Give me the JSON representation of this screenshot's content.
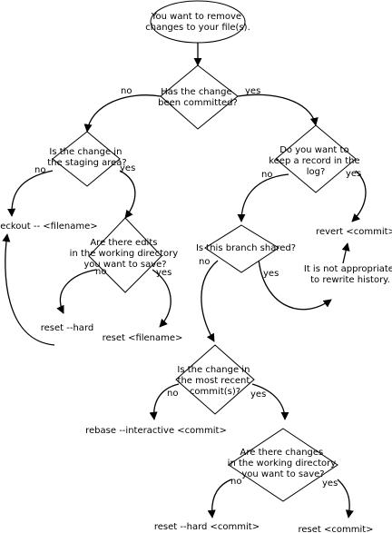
{
  "start": [
    "You want to remove",
    "changes to your file(s)."
  ],
  "decisions": {
    "committed": [
      "Has the change",
      "been committed?"
    ],
    "staging": [
      "Is the change in",
      "the staging area?"
    ],
    "keep_record": [
      "Do you want to",
      "keep a record in the",
      "log?"
    ],
    "edits_1": [
      "Are there edits",
      "in the working directory",
      "you want to save?"
    ],
    "shared": [
      "Is this branch shared?"
    ],
    "most_recent": [
      "Is the change in",
      "the most recent",
      "commit(s)?"
    ],
    "edits_2": [
      "Are there changes",
      "in the working directory",
      "you want to save?"
    ]
  },
  "results": {
    "checkout": "checkout -- <filename>",
    "revert": "revert <commit>",
    "not_appropriate": [
      "It is not appropriate",
      "to rewrite history."
    ],
    "reset_hard": "reset --hard",
    "reset_file": "reset <filename>",
    "rebase": "rebase --interactive <commit>",
    "reset_hard_commit": "reset --hard <commit>",
    "reset_commit": "reset <commit>"
  },
  "edge_labels": {
    "no": "no",
    "yes": "yes"
  }
}
